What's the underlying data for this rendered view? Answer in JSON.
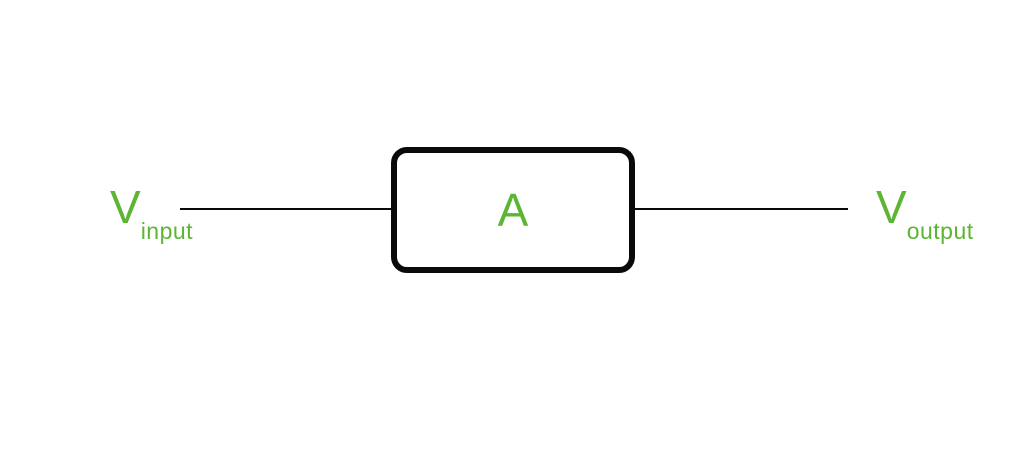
{
  "diagram": {
    "title": "amplifier-block-diagram",
    "colors": {
      "background": "#ffffff",
      "accent_green": "#5cb533",
      "line_black": "#0a0a0a"
    },
    "input_label": {
      "base": "V",
      "subscript": "input"
    },
    "block": {
      "label": "A"
    },
    "output_label": {
      "base": "V",
      "subscript": "output"
    }
  }
}
